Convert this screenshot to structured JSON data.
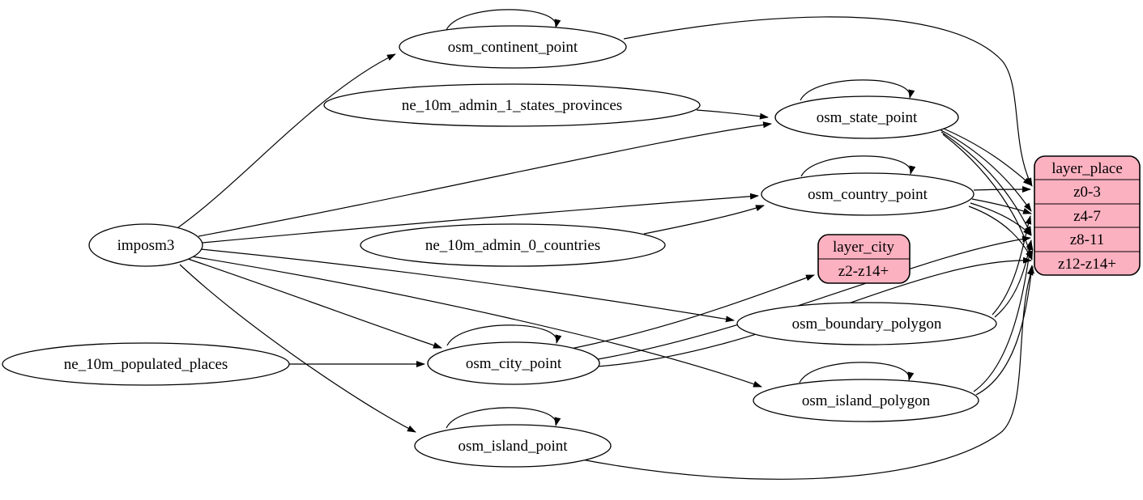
{
  "diagram": {
    "type": "graphviz-dataflow",
    "background_color": "#ffffff",
    "edge_color": "#000000",
    "node_fill": "#ffffff",
    "record_fill": "#fcb1c0",
    "nodes": {
      "imposm3": {
        "label": "imposm3",
        "shape": "ellipse"
      },
      "osm_continent_point": {
        "label": "osm_continent_point",
        "shape": "ellipse"
      },
      "ne_10m_admin_1_states_provinces": {
        "label": "ne_10m_admin_1_states_provinces",
        "shape": "ellipse"
      },
      "osm_state_point": {
        "label": "osm_state_point",
        "shape": "ellipse"
      },
      "osm_country_point": {
        "label": "osm_country_point",
        "shape": "ellipse"
      },
      "ne_10m_admin_0_countries": {
        "label": "ne_10m_admin_0_countries",
        "shape": "ellipse"
      },
      "osm_boundary_polygon": {
        "label": "osm_boundary_polygon",
        "shape": "ellipse"
      },
      "osm_city_point": {
        "label": "osm_city_point",
        "shape": "ellipse"
      },
      "ne_10m_populated_places": {
        "label": "ne_10m_populated_places",
        "shape": "ellipse"
      },
      "osm_island_polygon": {
        "label": "osm_island_polygon",
        "shape": "ellipse"
      },
      "osm_island_point": {
        "label": "osm_island_point",
        "shape": "ellipse"
      }
    },
    "records": {
      "layer_place": {
        "title": "layer_place",
        "rows": [
          "z0-3",
          "z4-7",
          "z8-11",
          "z12-z14+"
        ]
      },
      "layer_city": {
        "title": "layer_city",
        "rows": [
          "z2-z14+"
        ]
      }
    },
    "edges": [
      {
        "from": "imposm3",
        "to": "osm_continent_point"
      },
      {
        "from": "imposm3",
        "to": "osm_state_point"
      },
      {
        "from": "imposm3",
        "to": "osm_country_point"
      },
      {
        "from": "imposm3",
        "to": "osm_boundary_polygon"
      },
      {
        "from": "imposm3",
        "to": "osm_city_point"
      },
      {
        "from": "imposm3",
        "to": "osm_island_point"
      },
      {
        "from": "imposm3",
        "to": "osm_island_polygon"
      },
      {
        "from": "ne_10m_admin_1_states_provinces",
        "to": "osm_state_point"
      },
      {
        "from": "ne_10m_admin_0_countries",
        "to": "osm_country_point"
      },
      {
        "from": "ne_10m_populated_places",
        "to": "osm_city_point"
      },
      {
        "from": "osm_continent_point",
        "to": "osm_continent_point"
      },
      {
        "from": "osm_state_point",
        "to": "osm_state_point"
      },
      {
        "from": "osm_country_point",
        "to": "osm_country_point"
      },
      {
        "from": "osm_city_point",
        "to": "osm_city_point"
      },
      {
        "from": "osm_island_polygon",
        "to": "osm_island_polygon"
      },
      {
        "from": "osm_island_point",
        "to": "osm_island_point"
      },
      {
        "from": "osm_continent_point",
        "to": "layer_place:z0-3"
      },
      {
        "from": "osm_state_point",
        "to": "layer_place:z0-3"
      },
      {
        "from": "osm_state_point",
        "to": "layer_place:z4-7"
      },
      {
        "from": "osm_state_point",
        "to": "layer_place:z8-11"
      },
      {
        "from": "osm_state_point",
        "to": "layer_place:z12-z14+"
      },
      {
        "from": "osm_country_point",
        "to": "layer_place:z0-3"
      },
      {
        "from": "osm_country_point",
        "to": "layer_place:z4-7"
      },
      {
        "from": "osm_country_point",
        "to": "layer_place:z8-11"
      },
      {
        "from": "osm_country_point",
        "to": "layer_place:z12-z14+"
      },
      {
        "from": "osm_city_point",
        "to": "layer_city:z2-z14+"
      },
      {
        "from": "osm_city_point",
        "to": "layer_place:z8-11"
      },
      {
        "from": "osm_city_point",
        "to": "layer_place:z12-z14+"
      },
      {
        "from": "osm_boundary_polygon",
        "to": "layer_place:z4-7"
      },
      {
        "from": "osm_boundary_polygon",
        "to": "layer_place:z8-11"
      },
      {
        "from": "osm_island_polygon",
        "to": "layer_place:z8-11"
      },
      {
        "from": "osm_island_polygon",
        "to": "layer_place:z12-z14+"
      },
      {
        "from": "osm_island_point",
        "to": "layer_place:z12-z14+"
      }
    ]
  }
}
